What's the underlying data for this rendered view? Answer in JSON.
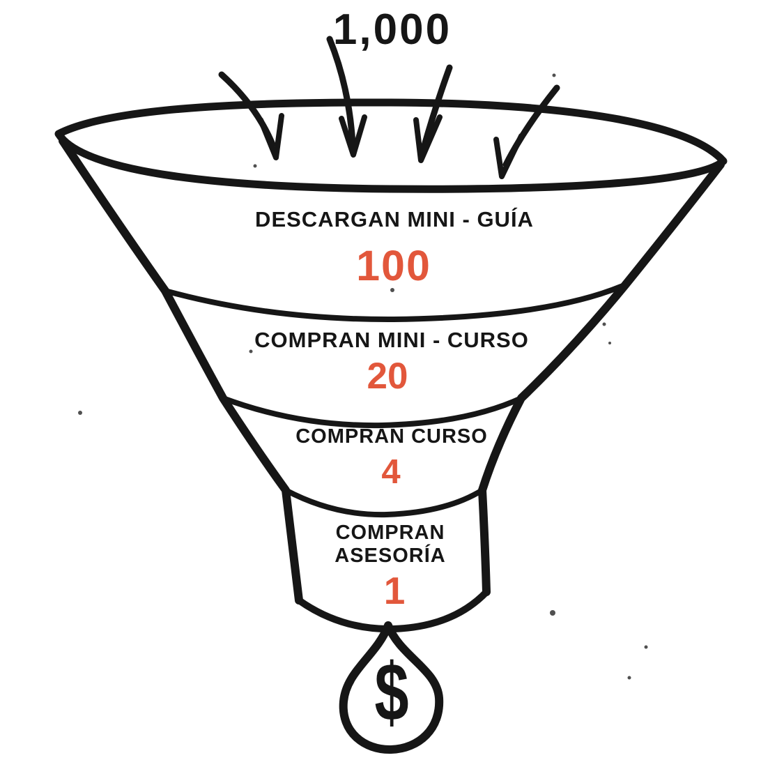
{
  "colors": {
    "ink": "#161616",
    "accent": "#E2573B",
    "background": "#FFFFFF"
  },
  "funnel": {
    "entry_count": "1,000",
    "stages": [
      {
        "label": "DESCARGAN MINI - GUÍA",
        "value": "100"
      },
      {
        "label": "COMPRAN MINI - CURSO",
        "value": "20"
      },
      {
        "label": "COMPRAN CURSO",
        "value": "4"
      },
      {
        "label": "COMPRAN ASESORÍA",
        "value": "1"
      }
    ],
    "outcome_symbol": "$"
  }
}
